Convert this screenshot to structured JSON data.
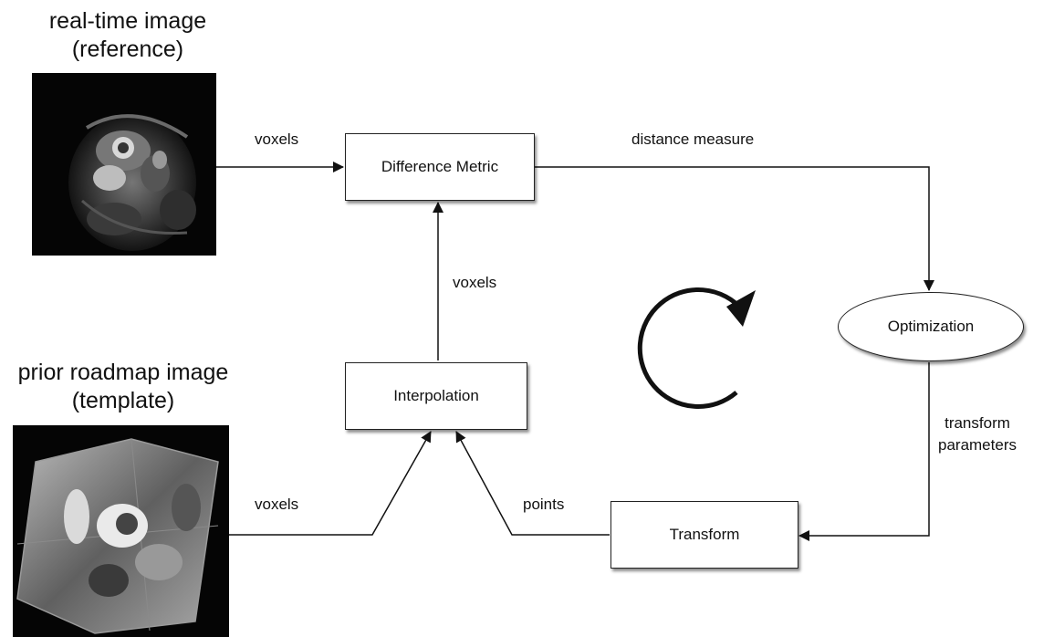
{
  "reference": {
    "title_line1": "real-time image",
    "title_line2": "(reference)"
  },
  "template": {
    "title_line1": "prior roadmap image",
    "title_line2": "(template)"
  },
  "nodes": {
    "difference_metric": "Difference Metric",
    "interpolation": "Interpolation",
    "optimization": "Optimization",
    "transform": "Transform"
  },
  "edges": {
    "reference_to_metric": "voxels",
    "metric_to_optimization": "distance measure",
    "interpolation_to_metric": "voxels",
    "optimization_to_transform_line1": "transform",
    "optimization_to_transform_line2": "parameters",
    "template_to_interpolation": "voxels",
    "transform_to_interpolation": "points"
  }
}
